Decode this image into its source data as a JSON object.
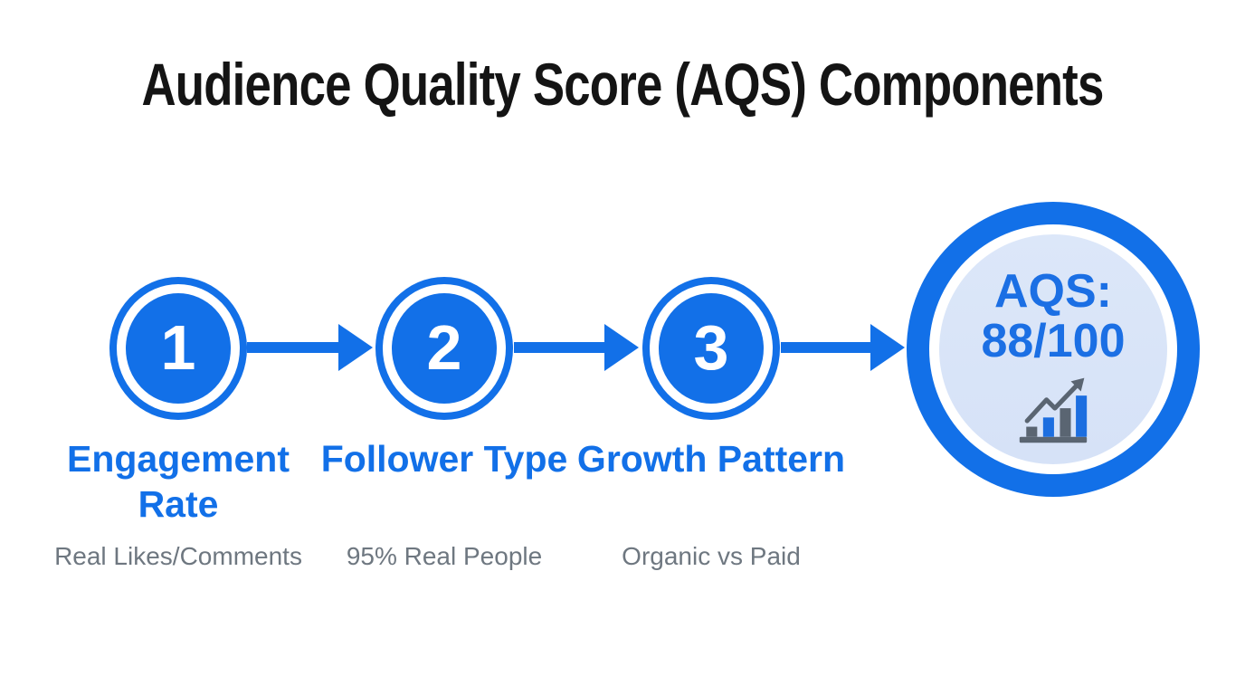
{
  "title": "Audience Quality Score (AQS) Components",
  "colors": {
    "accent_blue": "#1270E8",
    "result_inner_fill": "#D9E4F8",
    "label_blue": "#1270E8",
    "sublabel_gray": "#6E7780",
    "title_color": "#141414",
    "icon_gray": "#5A6572",
    "icon_blue": "#1C6EE0"
  },
  "steps": [
    {
      "number": "1",
      "label": "Engagement Rate",
      "sublabel": "Real Likes/Comments"
    },
    {
      "number": "2",
      "label": "Follower Type",
      "sublabel": "95% Real People"
    },
    {
      "number": "3",
      "label": "Growth Pattern",
      "sublabel": "Organic vs Paid"
    }
  ],
  "result": {
    "score_label": "AQS:",
    "score_value": "88/100",
    "icon": "bar-chart-trend-icon"
  }
}
